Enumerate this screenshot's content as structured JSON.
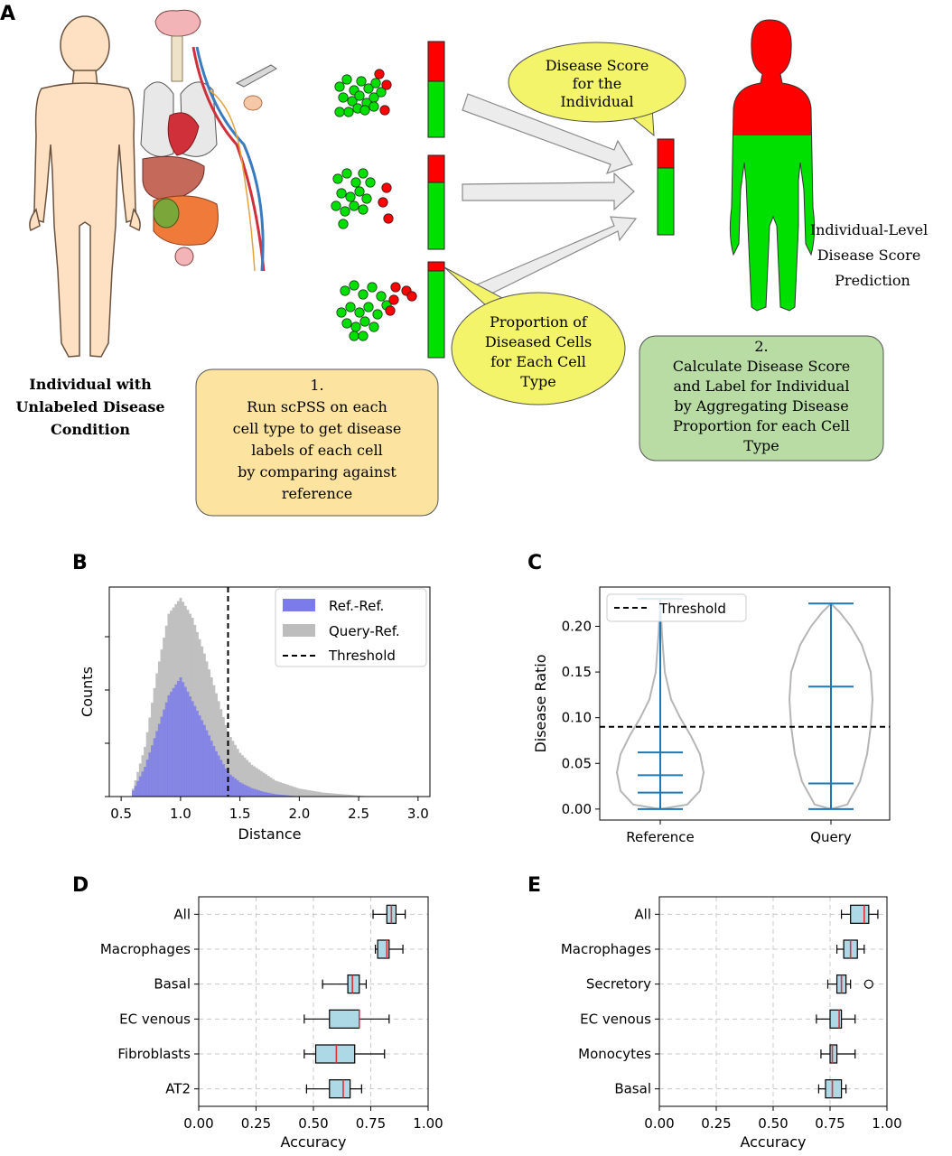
{
  "panel_a": {
    "letter": "A",
    "individual_label": [
      "Individual with",
      "Unlabeled Disease",
      "Condition"
    ],
    "step1_box": [
      "1.",
      "Run scPSS on each",
      "cell type to get disease",
      "labels of each cell",
      "by comparing against",
      "reference"
    ],
    "step2_box": [
      "2.",
      "Calculate Disease Score",
      "and Label for Individual",
      "by Aggregating Disease",
      "Proportion for each Cell",
      "Type"
    ],
    "bubble_score": [
      "Disease Score",
      "for the",
      "Individual"
    ],
    "bubble_proportion": [
      "Proportion of",
      "Diseased Cells",
      "for Each Cell",
      "Type"
    ],
    "prediction_label": [
      "Individual-Level",
      "Disease Score",
      "Prediction"
    ],
    "colors": {
      "diseased": "#ff0000",
      "healthy": "#00e000",
      "bubble": "#f4f46a",
      "step1": "#fde3a0",
      "step2": "#b8dca4",
      "skin": "#fde1c2"
    }
  },
  "chart_data": [
    {
      "panel": "B",
      "type": "histogram",
      "xlabel": "Distance",
      "ylabel": "Counts",
      "xlim": [
        0.4,
        3.1
      ],
      "xticks": [
        "0.5",
        "1.0",
        "1.5",
        "2.0",
        "2.5",
        "3.0"
      ],
      "legend_position": "top-right",
      "legend": [
        "Ref.-Ref.",
        "Query-Ref.",
        "Threshold"
      ],
      "threshold": 1.4,
      "colors": {
        "ref": "#7b7bea",
        "query": "#bdbdbd"
      },
      "series": [
        {
          "name": "Ref.-Ref.",
          "x": [
            0.6,
            0.7,
            0.8,
            0.9,
            1.0,
            1.1,
            1.2,
            1.3,
            1.4,
            1.5,
            1.6,
            1.7,
            1.8,
            1.9,
            2.0
          ],
          "density": [
            0.05,
            0.25,
            0.55,
            0.85,
            1.0,
            0.8,
            0.6,
            0.38,
            0.2,
            0.12,
            0.07,
            0.04,
            0.02,
            0.01,
            0.0
          ]
        },
        {
          "name": "Query-Ref.",
          "x": [
            0.6,
            0.7,
            0.8,
            0.9,
            1.0,
            1.1,
            1.2,
            1.3,
            1.4,
            1.5,
            1.6,
            1.7,
            1.8,
            1.9,
            2.0,
            2.1,
            2.2,
            2.4,
            2.6
          ],
          "density": [
            0.04,
            0.25,
            0.62,
            0.92,
            1.0,
            0.9,
            0.72,
            0.52,
            0.32,
            0.22,
            0.16,
            0.12,
            0.08,
            0.06,
            0.04,
            0.03,
            0.02,
            0.01,
            0.0
          ]
        }
      ]
    },
    {
      "panel": "C",
      "type": "violin",
      "ylabel": "Disease Ratio",
      "categories": [
        "Reference",
        "Query"
      ],
      "ylim": [
        -0.012,
        0.243
      ],
      "yticks": [
        "0.00",
        "0.05",
        "0.10",
        "0.15",
        "0.20"
      ],
      "threshold": 0.09,
      "legend_position": "top-left",
      "legend": [
        "Threshold"
      ],
      "violins": [
        {
          "name": "Reference",
          "min": 0.0,
          "max": 0.23,
          "quantiles": [
            0.018,
            0.037,
            0.062
          ]
        },
        {
          "name": "Query",
          "min": 0.0,
          "max": 0.225,
          "quantiles": [
            0.028,
            0.134
          ]
        }
      ]
    },
    {
      "panel": "D",
      "type": "boxplot",
      "xlabel": "Accuracy",
      "xlim": [
        0.0,
        1.0
      ],
      "xticks": [
        "0.00",
        "0.25",
        "0.50",
        "0.75",
        "1.00"
      ],
      "categories": [
        "All",
        "Macrophages",
        "Basal",
        "EC venous",
        "Fibroblasts",
        "AT2"
      ],
      "boxes": [
        {
          "name": "All",
          "whislo": 0.76,
          "q1": 0.82,
          "med": 0.84,
          "q3": 0.86,
          "whishi": 0.9
        },
        {
          "name": "Macrophages",
          "whislo": 0.77,
          "q1": 0.78,
          "med": 0.82,
          "q3": 0.83,
          "whishi": 0.89
        },
        {
          "name": "Basal",
          "whislo": 0.54,
          "q1": 0.65,
          "med": 0.67,
          "q3": 0.7,
          "whishi": 0.73
        },
        {
          "name": "EC venous",
          "whislo": 0.46,
          "q1": 0.57,
          "med": 0.7,
          "q3": 0.7,
          "whishi": 0.83
        },
        {
          "name": "Fibroblasts",
          "whislo": 0.46,
          "q1": 0.51,
          "med": 0.6,
          "q3": 0.68,
          "whishi": 0.81
        },
        {
          "name": "AT2",
          "whislo": 0.47,
          "q1": 0.57,
          "med": 0.63,
          "q3": 0.66,
          "whishi": 0.71
        }
      ]
    },
    {
      "panel": "E",
      "type": "boxplot",
      "xlabel": "Accuracy",
      "xlim": [
        0.0,
        1.0
      ],
      "xticks": [
        "0.00",
        "0.25",
        "0.50",
        "0.75",
        "1.00"
      ],
      "categories": [
        "All",
        "Macrophages",
        "Secretory",
        "EC venous",
        "Monocytes",
        "Basal"
      ],
      "boxes": [
        {
          "name": "All",
          "whislo": 0.8,
          "q1": 0.84,
          "med": 0.9,
          "q3": 0.92,
          "whishi": 0.96,
          "fliers": []
        },
        {
          "name": "Macrophages",
          "whislo": 0.78,
          "q1": 0.81,
          "med": 0.84,
          "q3": 0.87,
          "whishi": 0.9,
          "fliers": []
        },
        {
          "name": "Secretory",
          "whislo": 0.74,
          "q1": 0.78,
          "med": 0.8,
          "q3": 0.82,
          "whishi": 0.84,
          "fliers": [
            0.92
          ]
        },
        {
          "name": "EC venous",
          "whislo": 0.69,
          "q1": 0.75,
          "med": 0.79,
          "q3": 0.8,
          "whishi": 0.86,
          "fliers": []
        },
        {
          "name": "Monocytes",
          "whislo": 0.71,
          "q1": 0.75,
          "med": 0.76,
          "q3": 0.78,
          "whishi": 0.86,
          "fliers": []
        },
        {
          "name": "Basal",
          "whislo": 0.7,
          "q1": 0.73,
          "med": 0.76,
          "q3": 0.8,
          "whishi": 0.82,
          "fliers": []
        }
      ]
    }
  ],
  "panel_letters": {
    "b": "B",
    "c": "C",
    "d": "D",
    "e": "E"
  }
}
